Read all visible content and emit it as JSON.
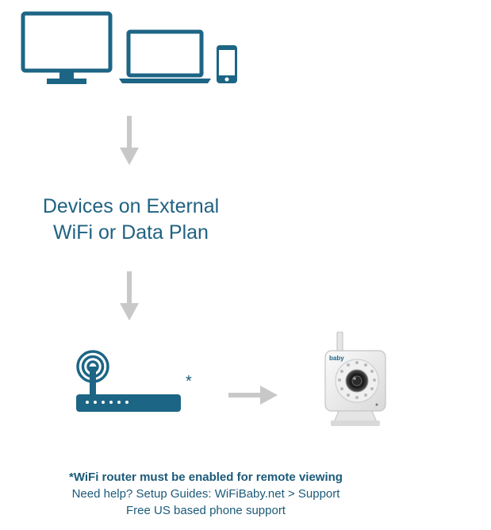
{
  "diagram": {
    "devices_label_line1": "Devices on External",
    "devices_label_line2": "WiFi or Data Plan",
    "router_asterisk": "*",
    "camera_brand": "baby",
    "footer_note": "*WiFi router must be enabled for remote viewing",
    "footer_help": "Need help? Setup Guides:  WiFiBaby.net > Support",
    "footer_support": "Free US based phone support"
  },
  "colors": {
    "device_blue": "#1d6585",
    "arrow_gray": "#c8c8c8",
    "text_blue": "#1f6281"
  },
  "icons": [
    "monitor-icon",
    "laptop-icon",
    "smartphone-icon",
    "router-icon",
    "camera-image",
    "down-arrow-icon",
    "right-arrow-icon"
  ]
}
